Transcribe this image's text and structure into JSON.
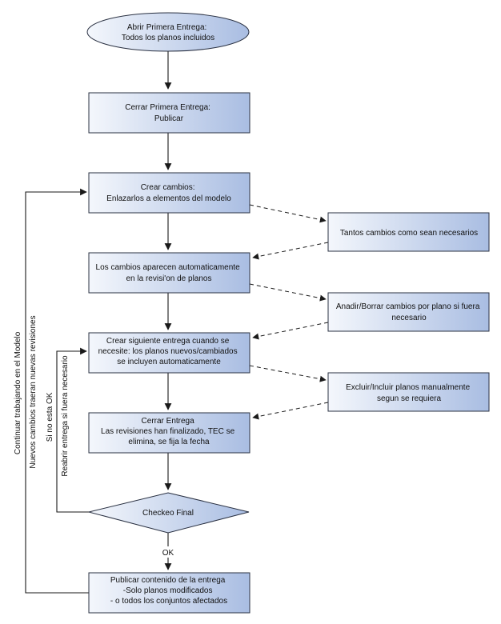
{
  "nodes": {
    "start": [
      "Abrir Primera Entrega:",
      "Todos los planos incluidos"
    ],
    "close_first": [
      "Cerrar Primera Entrega:",
      "Publicar"
    ],
    "create_changes": [
      "Crear cambios:",
      "Enlazarlos a elementos del modelo"
    ],
    "changes_appear": [
      "Los cambios aparecen automaticamente",
      "en la revisi'on de planos"
    ],
    "next_delivery": [
      "Crear siguiente entrega cuando se",
      "necesite: los planos nuevos/cambiados",
      "se incluyen automaticamente"
    ],
    "close_delivery": [
      "Cerrar Entrega",
      "Las revisiones han finalizado, TEC se",
      "elimina, se fija la fecha"
    ],
    "final_check": [
      "Checkeo Final"
    ],
    "publish": [
      "Publicar contenido de la entrega",
      "-Solo planos modificados",
      "- o todos los conjuntos afectados"
    ],
    "side_changes": [
      "Tantos cambios como sean necesarios"
    ],
    "side_add_remove": [
      "Anadir/Borrar cambios por plano si fuera",
      "necesario"
    ],
    "side_exclude": [
      "Excluir/Incluir planos manualmente",
      "segun se requiera"
    ]
  },
  "edge_labels": {
    "ok": "OK",
    "loop_outer": [
      "Continuar trabajando en el Modelo",
      "Nuevos cambios traeran nuevas revisiones"
    ],
    "loop_inner": [
      "Si no esta OK",
      "Reabrir entrega si fuera necesario"
    ]
  },
  "colors": {
    "fill_light": "#f4f7fc",
    "fill_dark": "#a9bde2",
    "stroke": "#2a3142",
    "line": "#1a1a1a"
  }
}
